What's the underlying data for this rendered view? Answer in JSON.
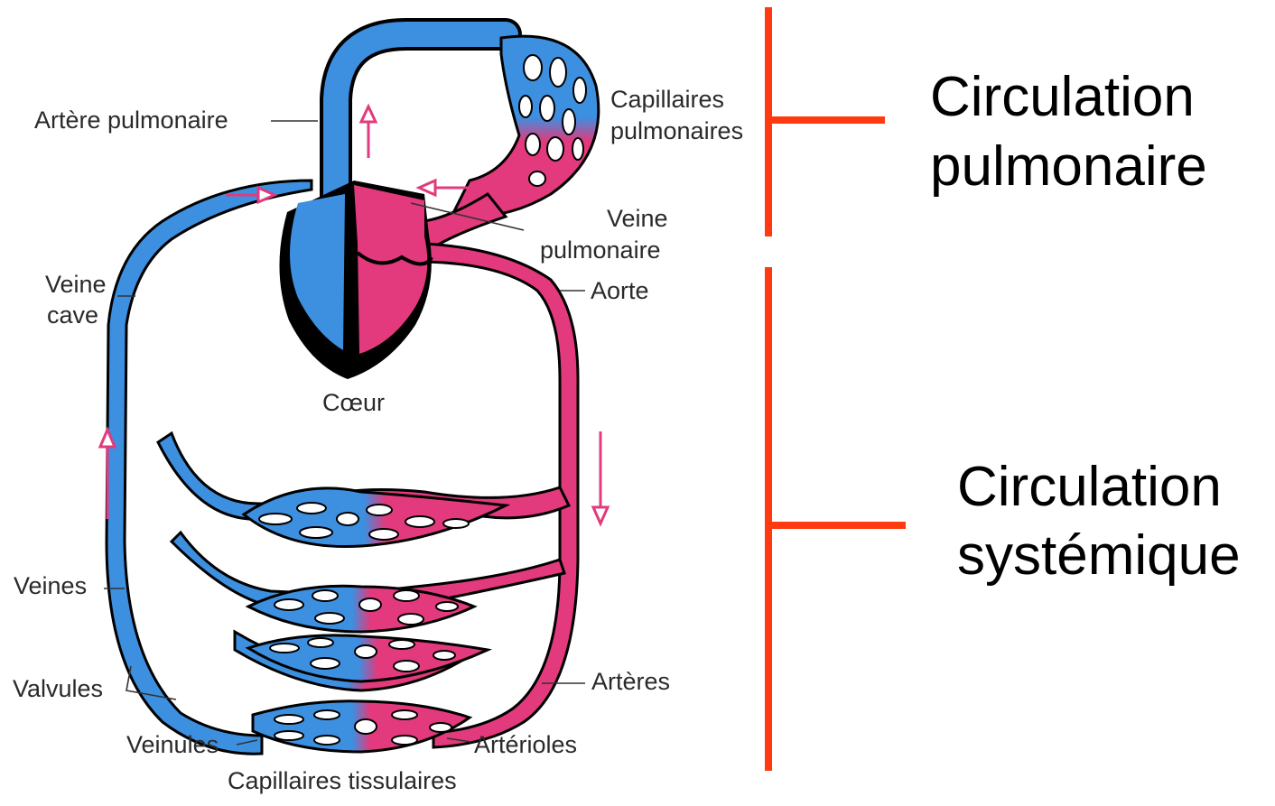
{
  "labels": {
    "artere_pulmonaire": "Artère pulmonaire",
    "capillaires_pulmonaires_1": "Capillaires",
    "capillaires_pulmonaires_2": "pulmonaires",
    "veine_pulmonaire_1": "Veine",
    "veine_pulmonaire_2": "pulmonaire",
    "veine_cave_1": "Veine",
    "veine_cave_2": "cave",
    "aorte": "Aorte",
    "coeur": "Cœur",
    "veines": "Veines",
    "valvules": "Valvules",
    "arteres": "Artères",
    "veinules": "Veinules",
    "arterioles": "Artérioles",
    "capillaires_tissulaires": "Capillaires tissulaires"
  },
  "sections": {
    "pulmonaire_1": "Circulation",
    "pulmonaire_2": "pulmonaire",
    "systemique_1": "Circulation",
    "systemique_2": "systémique"
  },
  "colors": {
    "venous_blue": "#3d8fe0",
    "arterial_pink": "#e23a7c",
    "bracket_red": "#ff3a10",
    "outline": "#000000"
  }
}
